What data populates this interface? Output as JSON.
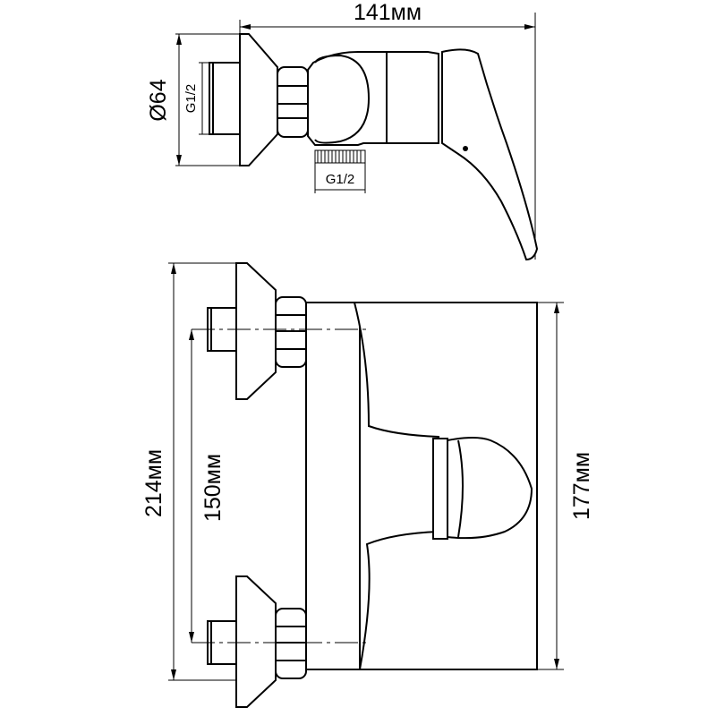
{
  "dimensions": {
    "width_top": "141мм",
    "diameter": "Ø64",
    "thread_side": "G1/2",
    "thread_bottom": "G1/2",
    "height_total": "214мм",
    "center_distance": "150мм",
    "height_body": "177мм"
  },
  "colors": {
    "line": "#000000",
    "background": "#ffffff"
  }
}
